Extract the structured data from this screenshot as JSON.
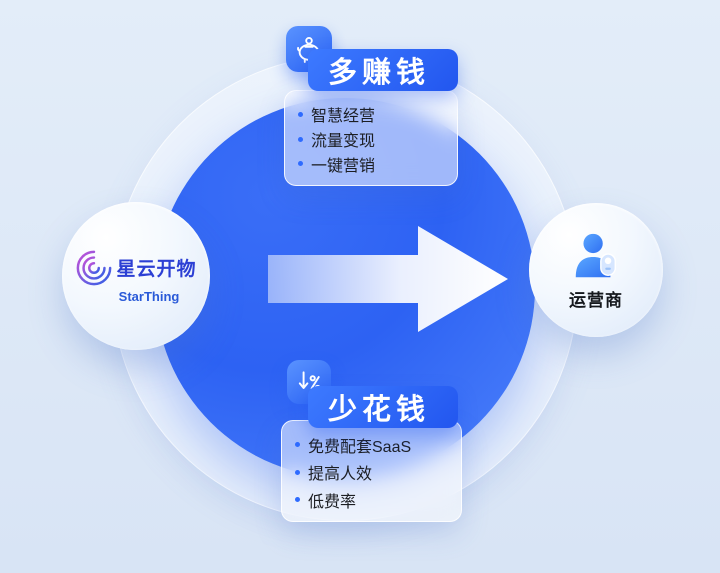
{
  "canvas": {
    "background": "#dce7f6",
    "accent_blue": "#2e6bff",
    "circle_blue": "#2d62f3"
  },
  "brand_node": {
    "name": "星云开物",
    "name_en": "StarThing",
    "icon": "swirl-logo-icon"
  },
  "operator_node": {
    "label": "运营商",
    "icon": "person-icon"
  },
  "flow": {
    "icon": "arrow-right",
    "direction": "brand-to-operator"
  },
  "cards": {
    "earn": {
      "title": "多赚钱",
      "icon": "piggy-bank-icon",
      "items": [
        "智慧经营",
        "流量变现",
        "一键营销"
      ]
    },
    "save": {
      "title": "少花钱",
      "icon": "discount-down-icon",
      "items": [
        "免费配套SaaS",
        "提高人效",
        "低费率"
      ]
    }
  }
}
